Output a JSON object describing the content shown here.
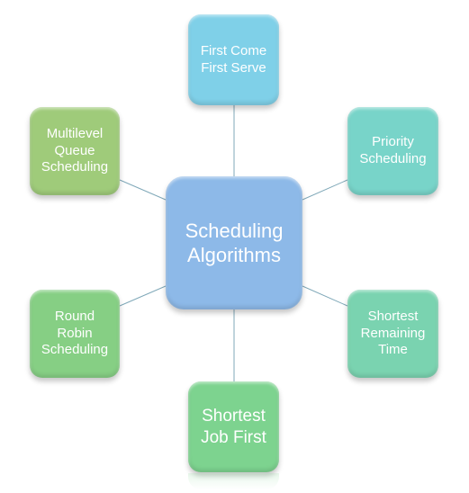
{
  "diagram": {
    "center": {
      "label": "Scheduling\nAlgorithms",
      "color": "#8db9e8"
    },
    "nodes": [
      {
        "key": "top",
        "label": "First Come\nFirst Serve",
        "color": "#7fd0e8"
      },
      {
        "key": "tr",
        "label": "Priority\nScheduling",
        "color": "#78d4c9"
      },
      {
        "key": "br",
        "label": "Shortest\nRemaining\nTime",
        "color": "#7ad3b0"
      },
      {
        "key": "bottom",
        "label": "Shortest\nJob First",
        "color": "#7dd38f"
      },
      {
        "key": "bl",
        "label": "Round\nRobin\nScheduling",
        "color": "#86cf84"
      },
      {
        "key": "tl",
        "label": "Multilevel\nQueue\nScheduling",
        "color": "#9fcb7a"
      }
    ],
    "connector_color": "#7fa8b8"
  }
}
